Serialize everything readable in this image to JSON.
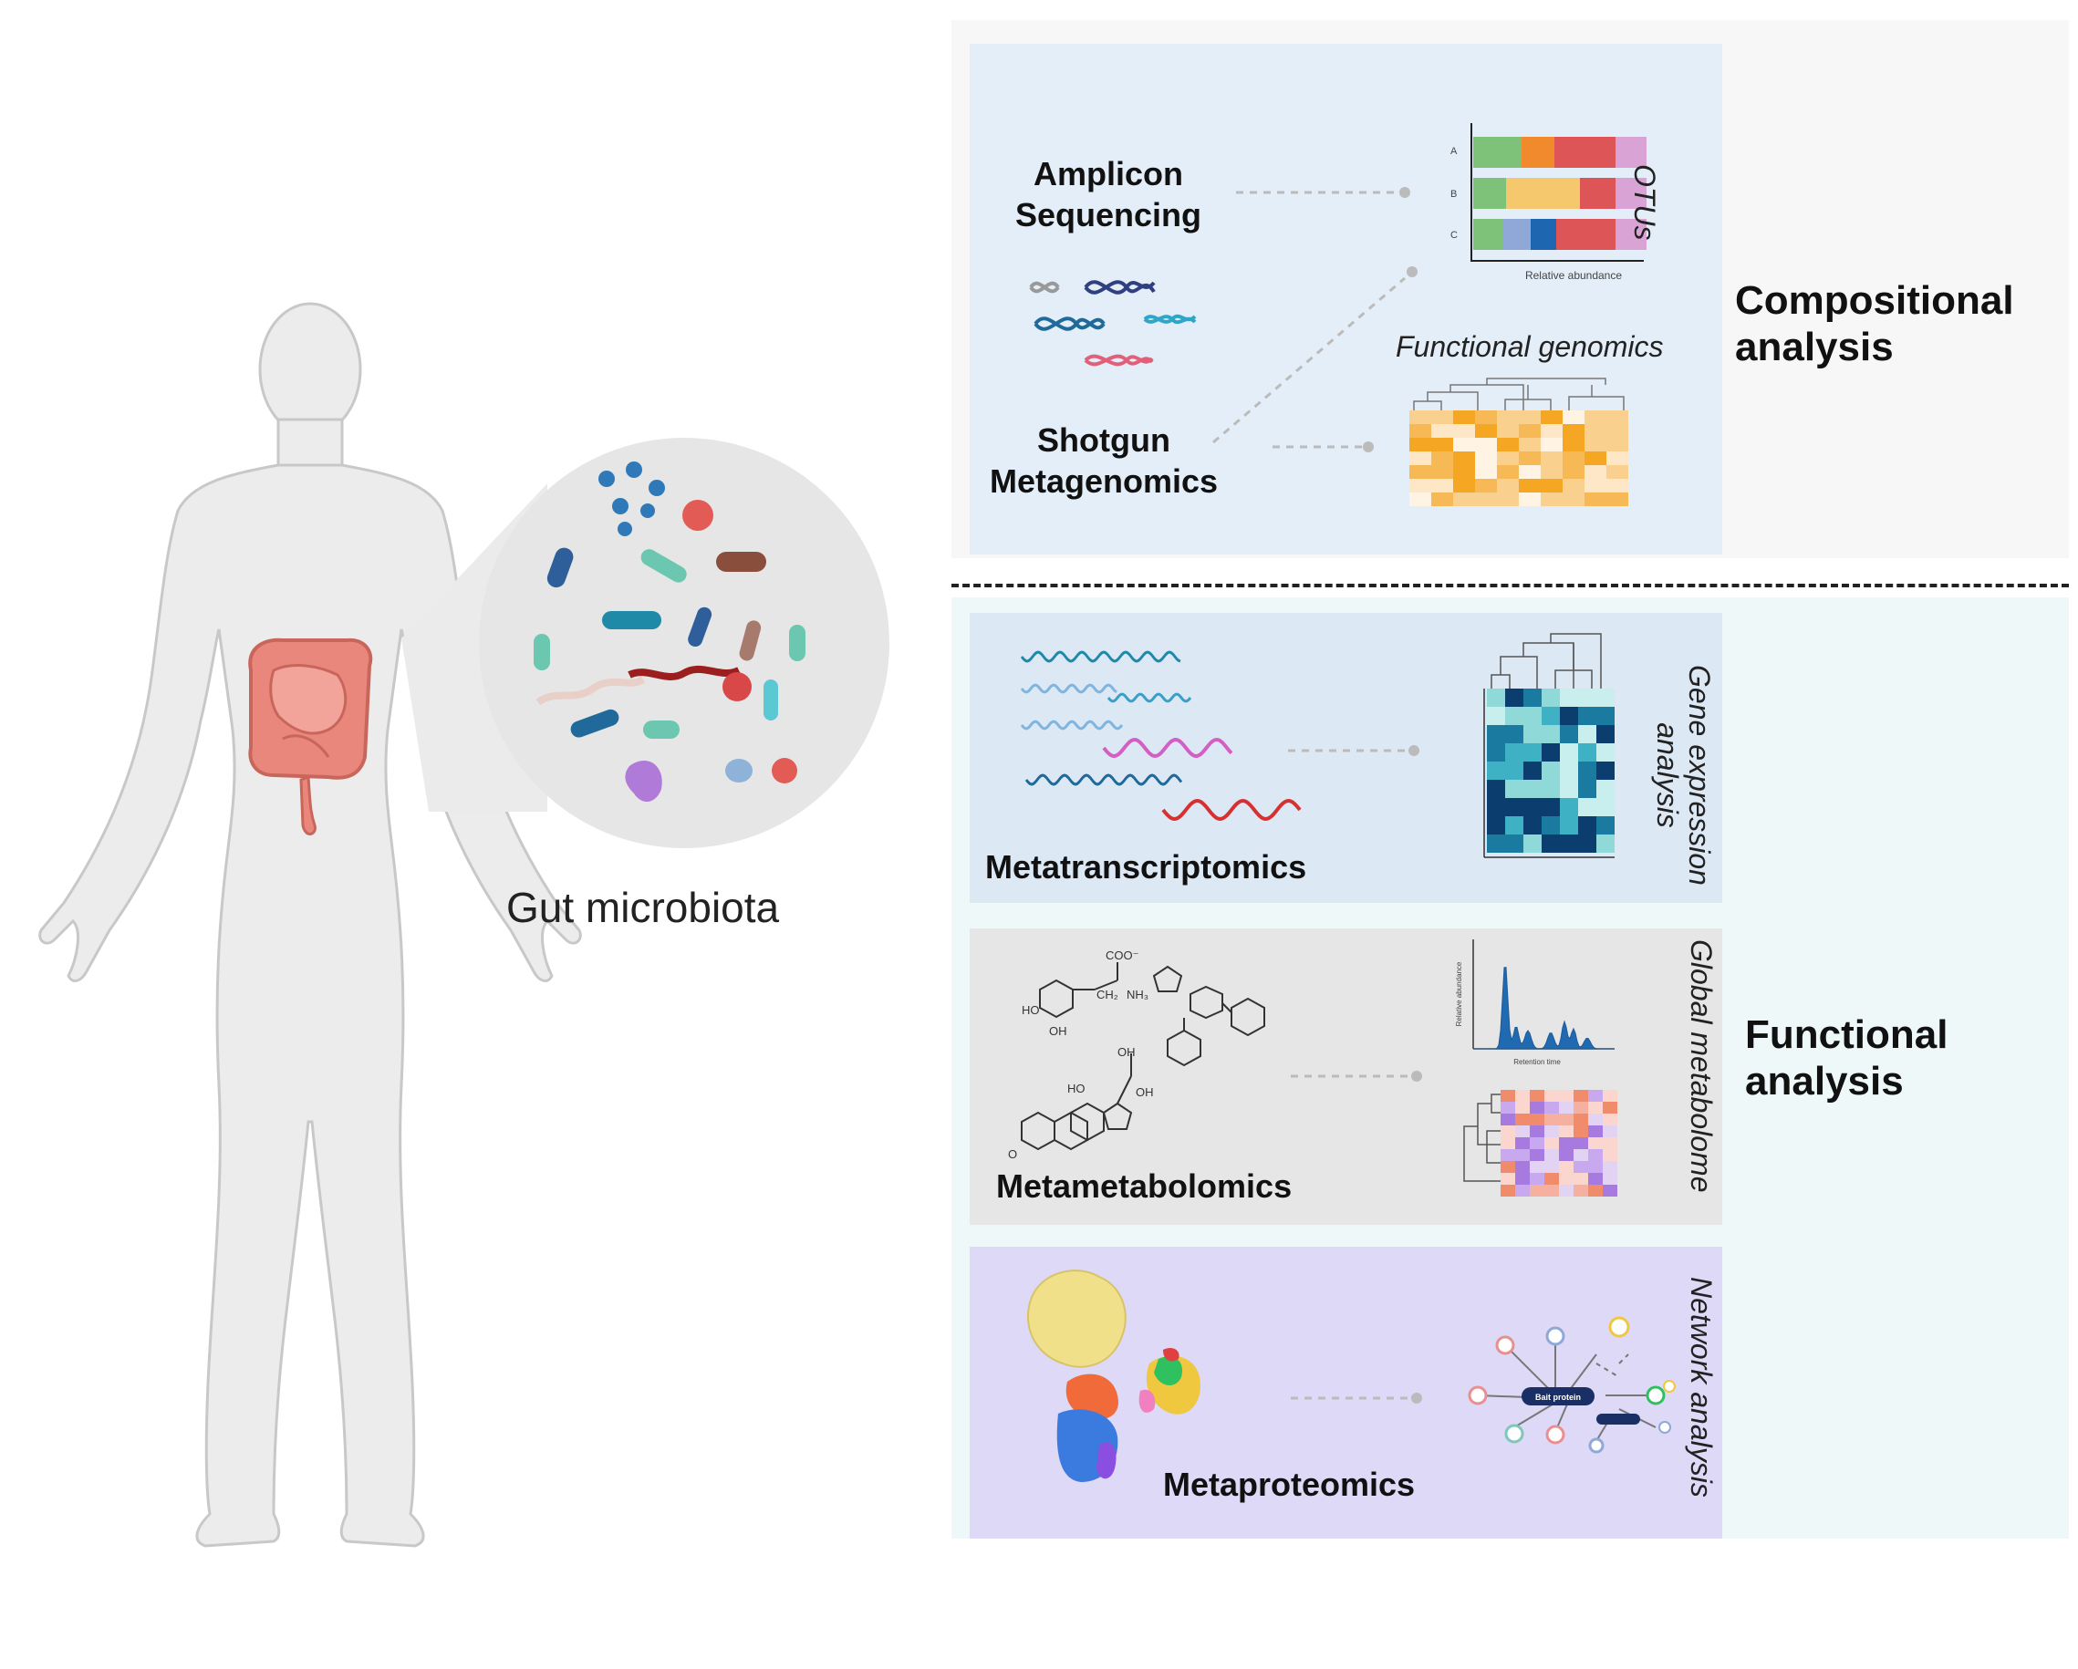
{
  "human": {
    "caption": "Gut microbiota"
  },
  "compositional": {
    "section_label": "Compositional analysis",
    "amplicon": "Amplicon Sequencing",
    "shotgun": "Shotgun Metagenomics",
    "otus_label": "OTUs",
    "otu_rows": [
      "A",
      "B",
      "C"
    ],
    "otu_xlabel": "Relative abundance",
    "functional_genomics": "Functional genomics"
  },
  "functional": {
    "section_label": "Functional analysis",
    "metatranscriptomics": "Metatranscriptomics",
    "gene_expression": "Gene expression analysis",
    "metametabolomics": "Metametabolomics",
    "global_metabolome": "Global metabolome",
    "metaproteomics": "Metaproteomics",
    "network_analysis": "Network analysis",
    "bait_protein": "Bait protein",
    "chrom_xlabel": "Retention time",
    "chrom_ylabel": "Relative abundance"
  },
  "colors": {
    "comp_panel": "#e3eef8",
    "func_bg": "#eef8f9",
    "trans_panel": "#dde8f5",
    "metab_panel": "#e6e6e6",
    "prot_panel": "#ddd9f7"
  }
}
